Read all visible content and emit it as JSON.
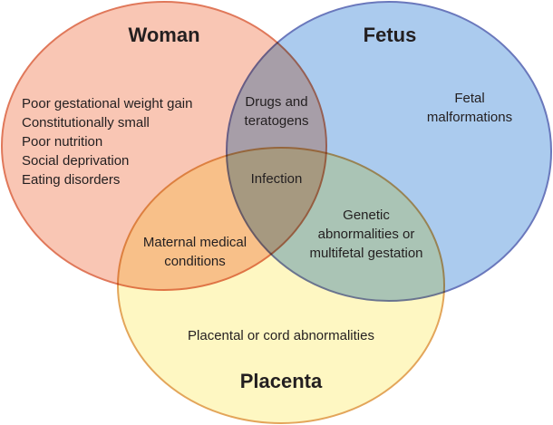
{
  "circles": {
    "woman": {
      "title": "Woman",
      "fill": "#f9c6b4",
      "stroke": "#e0785a",
      "items": [
        "Poor gestational weight gain",
        "Constitutionally small",
        "Poor nutrition",
        "Social deprivation",
        "Eating disorders"
      ]
    },
    "fetus": {
      "title": "Fetus",
      "fill": "#abcbee",
      "stroke": "#6a78bc",
      "items": [
        "Fetal",
        "malformations"
      ]
    },
    "placenta": {
      "title": "Placenta",
      "fill": "#fef7c2",
      "stroke": "#e3a55a",
      "items": [
        "Placental or cord abnormalities"
      ]
    }
  },
  "overlaps": {
    "woman_fetus": [
      "Drugs and",
      "teratogens"
    ],
    "all": [
      "Infection"
    ],
    "fetus_placenta": [
      "Genetic",
      "abnormalities or",
      "multifetal gestation"
    ],
    "woman_placenta": [
      "Maternal medical",
      "conditions"
    ]
  }
}
